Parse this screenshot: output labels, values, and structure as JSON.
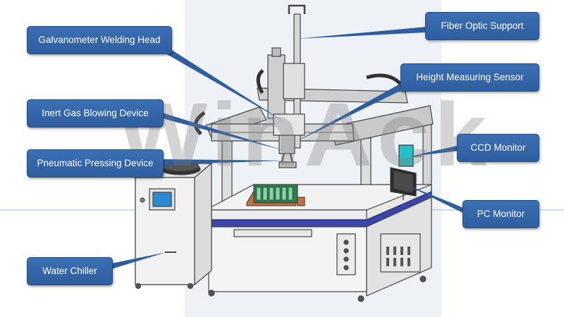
{
  "labels": {
    "fiber_optic_support": "Fiber Optic Support",
    "galvanometer_welding_head": "Galvanometer Welding Head",
    "height_measuring_sensor": "Height Measuring Sensor",
    "inert_gas_blowing_device": "Inert Gas Blowing Device",
    "pneumatic_pressing_device": "Pneumatic Pressing Device",
    "ccd_monitor": "CCD Monitor",
    "pc_monitor": "PC Monitor",
    "water_chiller": "Water Chiller"
  },
  "watermark": "WinAck",
  "colors": {
    "callout_fill": "#3165a8",
    "leader_line": "#2f5e9f",
    "table_trim": "#3b46a8",
    "monitor_cyan": "#22c3c8",
    "panel_screen": "#2d8ad0",
    "fixture_green": "#2f7a4f",
    "clamp_orange": "#c8713a"
  }
}
